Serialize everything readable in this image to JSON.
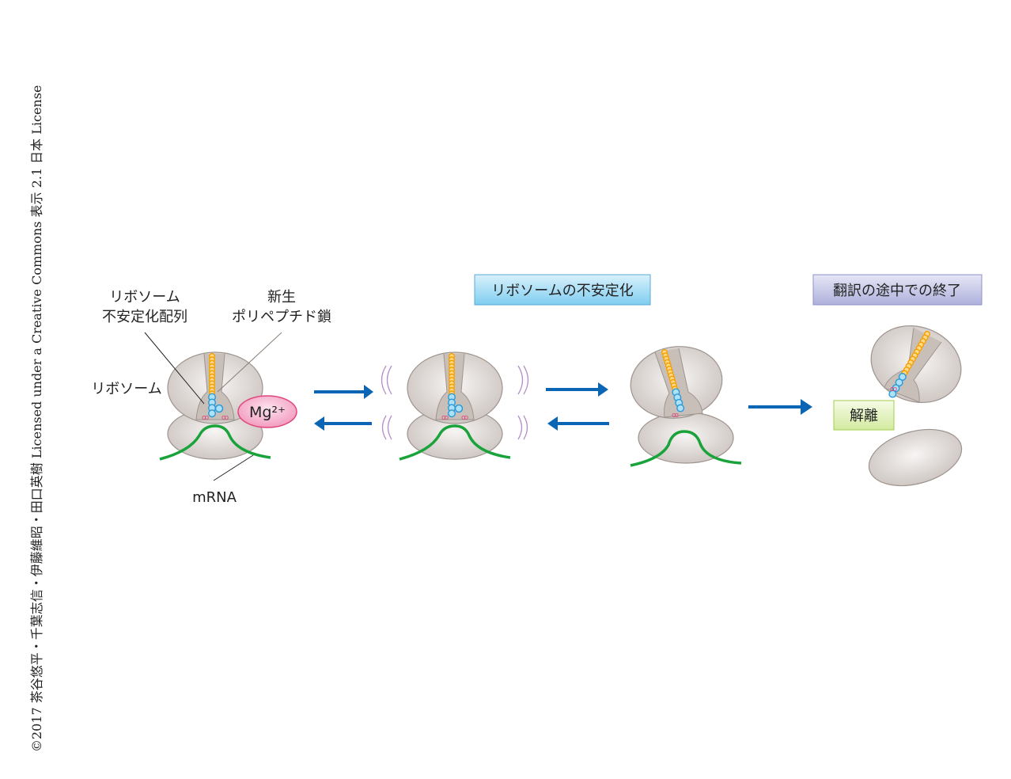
{
  "copyright": "©2017 茶谷悠平・千葉志信・伊藤維昭・田口英樹 Licensed under a Creative Commons 表示 2.1 日本 License",
  "labels": {
    "destabilizing_sequence_line1": "リボソーム",
    "destabilizing_sequence_line2": "不安定化配列",
    "nascent_line1": "新生",
    "nascent_line2": "ポリペプチド鎖",
    "ribosome": "リボソーム",
    "mrna": "mRNA",
    "mg": "Mg²⁺"
  },
  "stage_titles": {
    "destabilization": "リボソームの不安定化",
    "termination": "翻訳の途中での終了",
    "dissociation": "解離"
  },
  "colors": {
    "arrow": "#0a66b5",
    "mrna": "#1aa33a",
    "polypeptide": "#f5a623",
    "tunnel_residue": "#3aa8e0",
    "mg": "#f4a6c6",
    "ribosome": "#d8d2ce"
  }
}
